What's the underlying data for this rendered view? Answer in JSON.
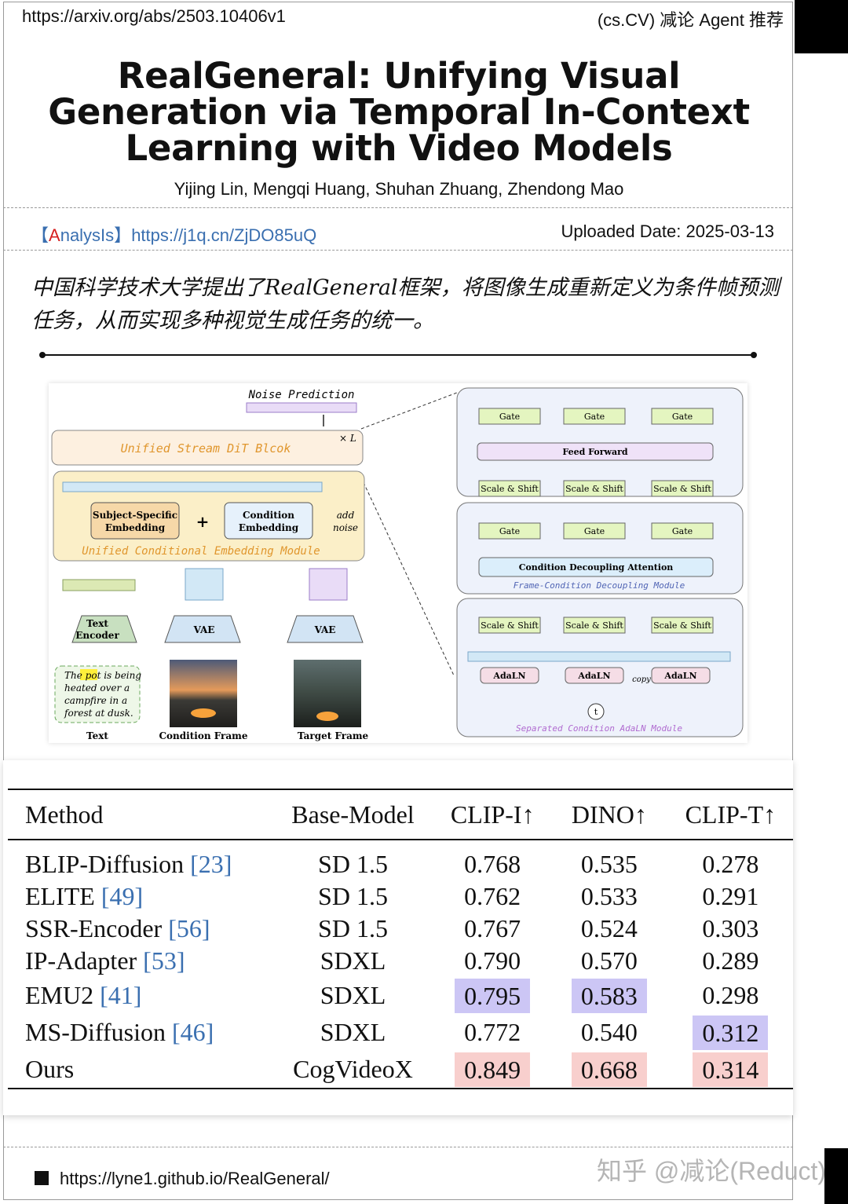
{
  "header": {
    "url": "https://arxiv.org/abs/2503.10406v1",
    "category": "(cs.CV) 减论 Agent 推荐"
  },
  "paper": {
    "title": "RealGeneral: Unifying Visual Generation via Temporal In-Context Learning with Video Models",
    "authors": "Yijing Lin, Mengqi Huang, Shuhan Zhuang, Zhendong Mao"
  },
  "meta": {
    "analysis_open": "【",
    "analysis_a": "A",
    "analysis_rest": "nalysIs】",
    "analysis_link": "https://j1q.cn/ZjDO85uQ",
    "uploaded": "Uploaded Date: 2025-03-13"
  },
  "summary": "中国科学技术大学提出了RealGeneral框架，将图像生成重新定义为条件帧预测任务，从而实现多种视觉生成任务的统一。",
  "figure": {
    "noise_prediction": "Noise Prediction",
    "times_l": "× L",
    "unified_block": "Unified Stream DiT Blcok",
    "subject_embed_1": "Subject-Specific",
    "subject_embed_2": "Embedding",
    "condition_embed_1": "Condition",
    "condition_embed_2": "Embedding",
    "add_noise_1": "add",
    "add_noise_2": "noise",
    "unified_cond_module": "Unified Conditional Embedding Module",
    "text_encoder_1": "Text",
    "text_encoder_2": "Encoder",
    "vae": "VAE",
    "prompt_pre": "The ",
    "prompt_hl": "pot",
    "prompt_post": " is being",
    "prompt_l2": "heated over a",
    "prompt_l3": "campfire in a",
    "prompt_l4": "forest at dusk.",
    "text_label": "Text",
    "condition_frame": "Condition Frame",
    "target_frame": "Target Frame",
    "gate": "Gate",
    "feed_forward": "Feed Forward",
    "scale_shift": "Scale & Shift",
    "cond_decoupling_attn": "Condition Decoupling Attention",
    "frame_cond_module": "Frame-Condition Decoupling Module",
    "adaln": "AdaLN",
    "copy": "copy",
    "t": "t",
    "sep_cond_module": "Separated Condition AdaLN Module"
  },
  "table": {
    "headers": [
      "Method",
      "Base-Model",
      "CLIP-I↑",
      "DINO↑",
      "CLIP-T↑"
    ],
    "rows": [
      {
        "method": "BLIP-Diffusion ",
        "ref": "[23]",
        "base": "SD 1.5",
        "clip_i": "0.768",
        "dino": "0.535",
        "clip_t": "0.278"
      },
      {
        "method": "ELITE ",
        "ref": "[49]",
        "base": "SD 1.5",
        "clip_i": "0.762",
        "dino": "0.533",
        "clip_t": "0.291"
      },
      {
        "method": "SSR-Encoder ",
        "ref": "[56]",
        "base": "SD 1.5",
        "clip_i": "0.767",
        "dino": "0.524",
        "clip_t": "0.303"
      },
      {
        "method": "IP-Adapter ",
        "ref": "[53]",
        "base": "SDXL",
        "clip_i": "0.790",
        "dino": "0.570",
        "clip_t": "0.289"
      },
      {
        "method": "EMU2 ",
        "ref": "[41]",
        "base": "SDXL",
        "clip_i": "0.795",
        "dino": "0.583",
        "clip_t": "0.298"
      },
      {
        "method": "MS-Diffusion ",
        "ref": "[46]",
        "base": "SDXL",
        "clip_i": "0.772",
        "dino": "0.540",
        "clip_t": "0.312"
      },
      {
        "method": "Ours",
        "ref": "",
        "base": "CogVideoX",
        "clip_i": "0.849",
        "dino": "0.668",
        "clip_t": "0.314"
      }
    ]
  },
  "footer": {
    "project_url": "https://lyne1.github.io/RealGeneral/",
    "watermark": "知乎 @减论(Reduct)"
  },
  "colors": {
    "best": "#f8cfcd",
    "second": "#ccc6f5",
    "accent_link": "#3a6fb0"
  }
}
